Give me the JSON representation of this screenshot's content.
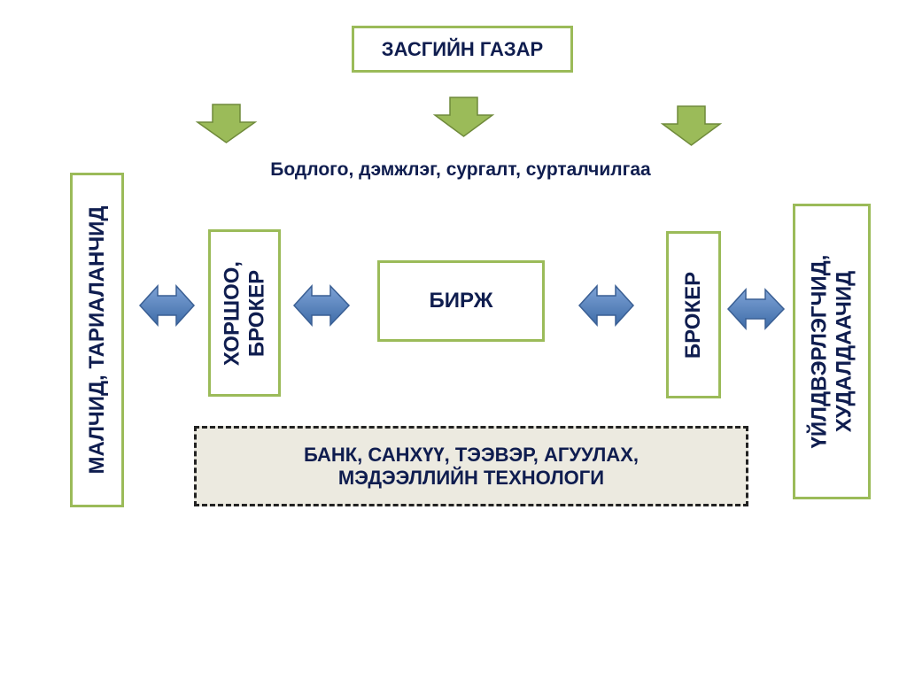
{
  "government": {
    "label": "ЗАСГИЙН ГАЗАР"
  },
  "policy": {
    "label": "Бодлого, дэмжлэг, сургалт, сурталчилгаа"
  },
  "herders": {
    "label": "МАЛЧИД, ТАРИАЛАНЧИД"
  },
  "cooperative": {
    "line1": "ХОРШОО,",
    "line2": "БРОКЕР"
  },
  "exchange": {
    "label": "БИРЖ"
  },
  "broker": {
    "label": "БРОКЕР"
  },
  "producers": {
    "line1": "ҮЙЛДВЭРЛЭГЧИД,",
    "line2": "ХУДАЛДААЧИД"
  },
  "services": {
    "line1": "БАНК, САНХҮҮ, ТЭЭВЭР, АГУУЛАХ,",
    "line2": "МЭДЭЭЛЛИЙН ТЕХНОЛОГИ"
  },
  "colors": {
    "box_border": "#9bbb59",
    "down_arrow_fill": "#9bbb59",
    "double_arrow_fill": "#4f81bd",
    "text": "#0f1d4f",
    "services_fill": "#eceae0"
  }
}
